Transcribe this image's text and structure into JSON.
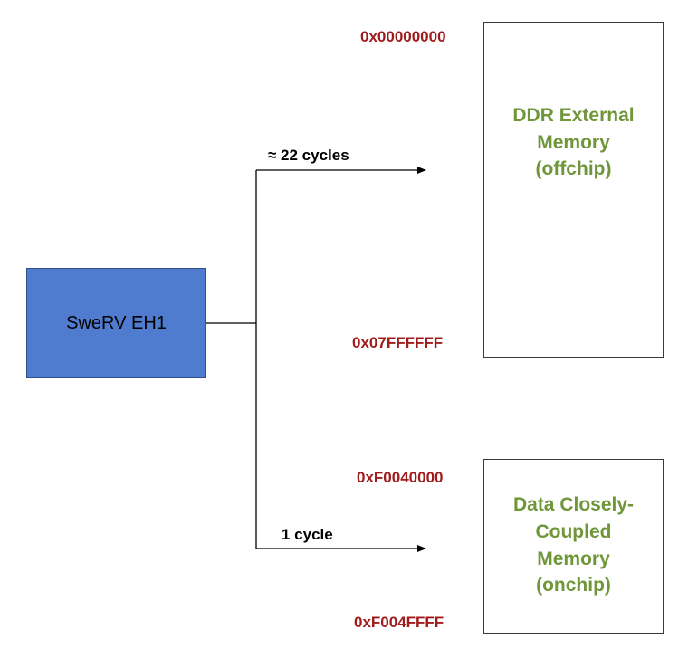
{
  "cpu": {
    "label": "SweRV EH1"
  },
  "ddr": {
    "label": "DDR External\nMemory\n(offchip)",
    "start_address": "0x00000000",
    "end_address": "0x07FFFFFF",
    "latency": "≈ 22 cycles"
  },
  "dccm": {
    "label": "Data Closely-\nCoupled\nMemory\n(onchip)",
    "start_address": "0xF0040000",
    "end_address": "0xF004FFFF",
    "latency": "1 cycle"
  },
  "colors": {
    "cpu_fill": "#4f7ccf",
    "memory_label": "#70963a",
    "address_text": "#a01c1c",
    "connector": "#000000"
  }
}
